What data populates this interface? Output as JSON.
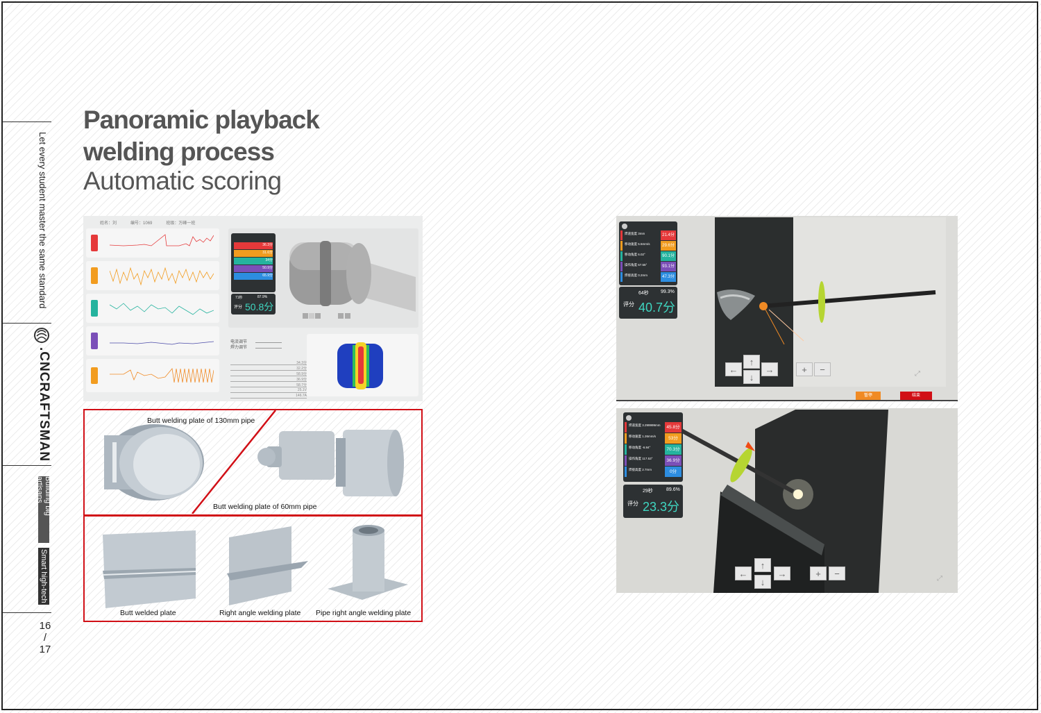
{
  "sidebar": {
    "slogan": "Let every student master the same standard",
    "brand": ".CNCRAFTSMAN",
    "tag1": "Building big artisans",
    "tag2": "Smart high-tech",
    "page_top": "16",
    "page_sep": "/",
    "page_bottom": "17"
  },
  "title": {
    "line1": "Panoramic playback",
    "line2": "welding process",
    "line3": "Automatic scoring"
  },
  "left_panel": {
    "header": [
      "姓名：刘",
      "编号：1069",
      "班级：万峰一班"
    ],
    "score_label": "评分",
    "score_value": "50.8分",
    "score_time": "71秒",
    "score_pct": "87.9%",
    "score_items": [
      "36.3分",
      "31.6分",
      "34分",
      "50.9分",
      "65.9分"
    ],
    "params": [
      "电流调节",
      "焊力调节"
    ],
    "stats": [
      "34.3分",
      "32.2分",
      "58.9分",
      "36.9分",
      "58.7分",
      "25.1V",
      "146.7A"
    ]
  },
  "products": {
    "pipe130": "Butt welding plate of 130mm pipe",
    "pipe60": "Butt welding plate of 60mm pipe",
    "butt": "Butt welded plate",
    "right_angle": "Right angle welding plate",
    "pipe_right_angle": "Pipe right angle welding plate"
  },
  "sim_top": {
    "items": [
      {
        "label": "焊道宽度 3mm",
        "value": "21.4分",
        "color": "#e5393a"
      },
      {
        "label": "移动速度 5.5mm/s",
        "value": "29.6分",
        "color": "#f29c1f"
      },
      {
        "label": "移动角度 6.02°",
        "value": "90.1分",
        "color": "#25b39e"
      },
      {
        "label": "操作角度 67.55°",
        "value": "93.1分",
        "color": "#7b4fb8"
      },
      {
        "label": "焊接高度 0.2mm",
        "value": "47.3分",
        "color": "#2d8de0"
      }
    ],
    "time": "64秒",
    "pct": "99.3%",
    "score_label": "评分",
    "score": "40.7分",
    "btn_pause": "暂停",
    "btn_end": "结束"
  },
  "sim_bottom": {
    "items": [
      {
        "label": "焊道宽度 3.299999mm",
        "value": "45.8分",
        "color": "#e5393a"
      },
      {
        "label": "移动速度 1.26mm/s",
        "value": "53分",
        "color": "#f29c1f"
      },
      {
        "label": "移动角度 -6.84°",
        "value": "70.3分",
        "color": "#25b39e"
      },
      {
        "label": "操作角度 117.53°",
        "value": "36.9分",
        "color": "#7b4fb8"
      },
      {
        "label": "焊接高度 2.7mm",
        "value": "0分",
        "color": "#2d8de0"
      }
    ],
    "time": "29秒",
    "pct": "89.6%",
    "score_label": "评分",
    "score": "23.3分"
  },
  "colors": {
    "accent_red": "#d10f16",
    "orange": "#f08a24",
    "green_disk": "#b6d532"
  }
}
